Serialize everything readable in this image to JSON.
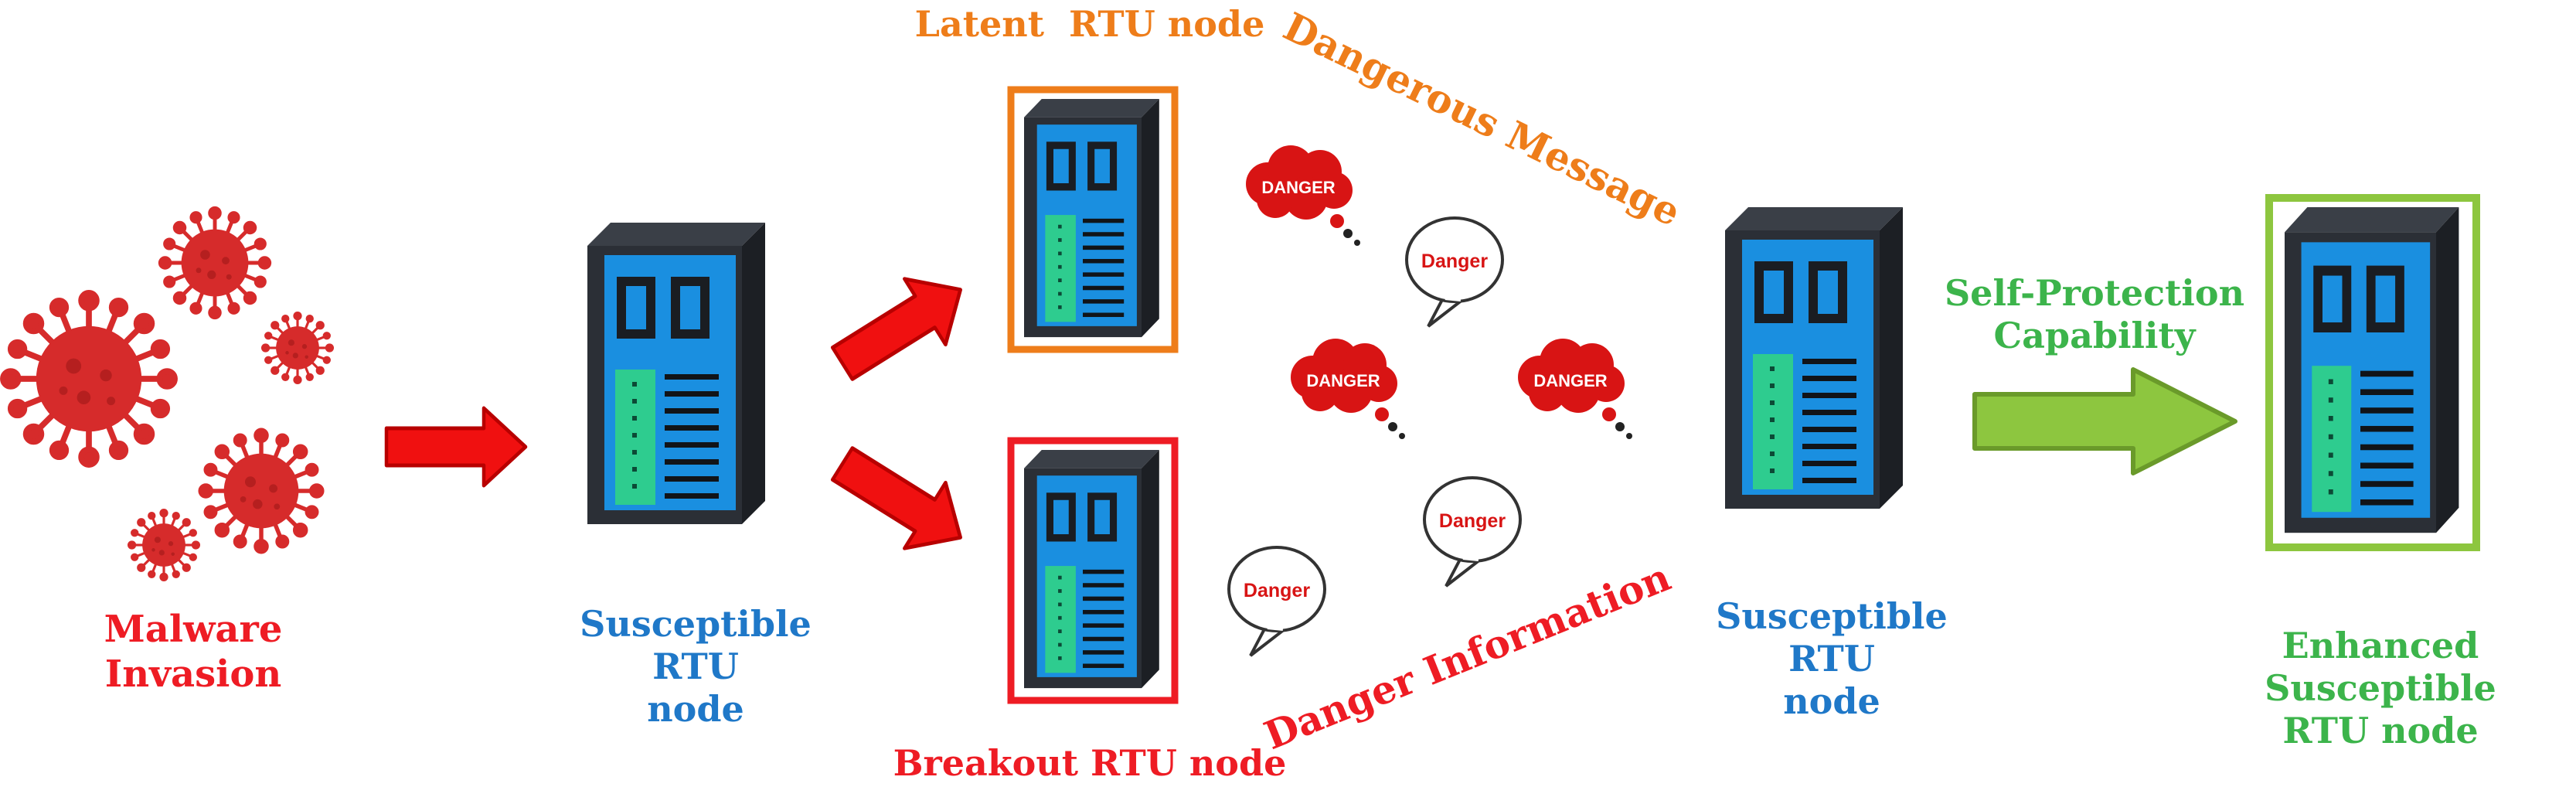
{
  "labels": {
    "malware": "Malware Invasion",
    "susceptible_left_line1": "Susceptible RTU",
    "susceptible_left_line2": "node",
    "latent": "Latent  RTU node",
    "breakout": "Breakout RTU node",
    "dangerous_message": "Dangerous Message",
    "danger_information": "Danger Information",
    "susceptible_right_line1": "Susceptible RTU",
    "susceptible_right_line2": "node",
    "self_protection_line1": "Self-Protection",
    "self_protection_line2": "Capability",
    "enhanced_line1": "Enhanced Susceptible",
    "enhanced_line2": "RTU node"
  },
  "bubbles": {
    "cloud_text": "DANGER",
    "speech_text": "Danger"
  },
  "colors": {
    "malware_red": "#d62b2b",
    "arrow_red": "#f01010",
    "arrow_green": "#8dc63f",
    "server_body": "#1a8fe0",
    "server_dark": "#2b2f36",
    "server_panel": "#2ecc8f",
    "latent_frame": "#ee7d1a",
    "breakout_frame": "#ee1c24",
    "enhanced_frame": "#8dc63f",
    "label_blue": "#1f78c8",
    "label_orange": "#ee7d1a",
    "label_green": "#3cb44b",
    "label_red": "#ee1c24"
  }
}
